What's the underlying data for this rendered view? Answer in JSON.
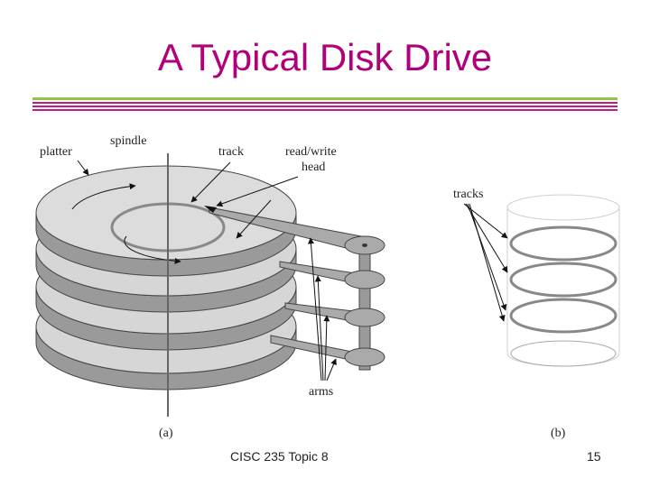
{
  "slide": {
    "title": "A Typical Disk Drive",
    "footer_left": "CISC 235 Topic 8",
    "page_number": "15",
    "colors": {
      "title": "#b0007a",
      "rule_green": "#8dc63f",
      "rule_magenta": "#c2198c"
    }
  },
  "diagram": {
    "labels": {
      "platter": "platter",
      "spindle": "spindle",
      "track": "track",
      "read_write": "read/write",
      "head": "head",
      "arms": "arms",
      "tracks": "tracks",
      "part_a": "(a)",
      "part_b": "(b)"
    }
  }
}
